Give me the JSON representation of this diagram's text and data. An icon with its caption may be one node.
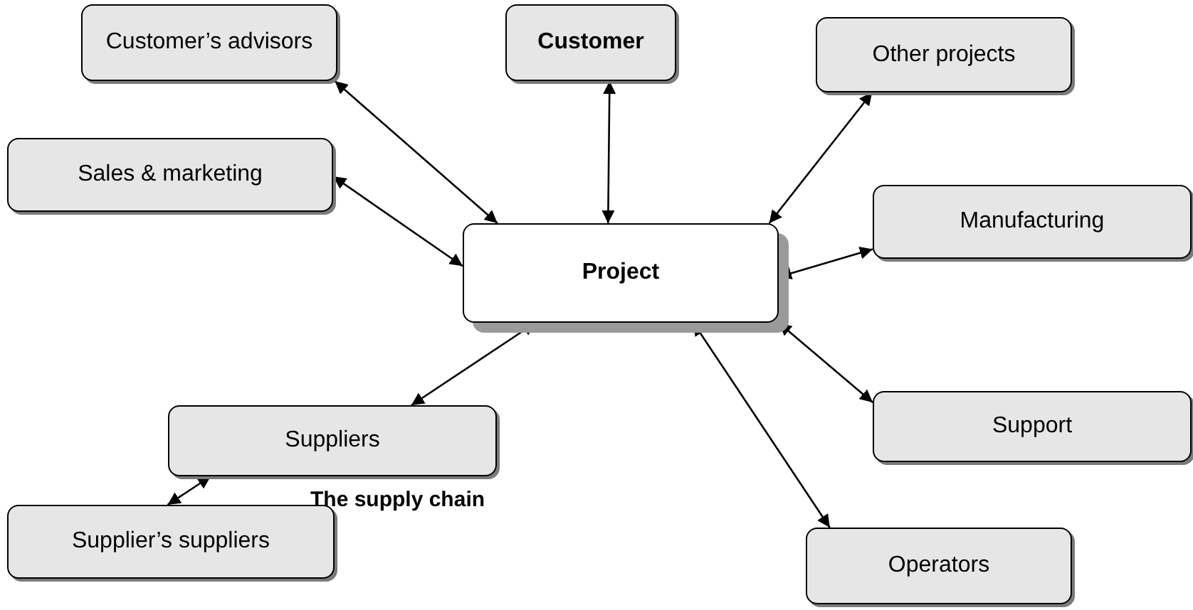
{
  "diagram": {
    "nodes": [
      {
        "text": [
          "Customer’s advisors"
        ]
      },
      {
        "text": [
          "Customer"
        ]
      },
      {
        "text": [
          "Other projects"
        ]
      },
      {
        "text": [
          "Sales & marketing"
        ]
      },
      {
        "text": [
          "Project"
        ]
      },
      {
        "text": [
          "Manufacturing"
        ]
      },
      {
        "text": [
          "Suppliers"
        ]
      },
      {
        "text": [
          "Support"
        ]
      },
      {
        "text": [
          "Supplier’s suppliers"
        ]
      },
      {
        "text": [
          "Operators"
        ]
      }
    ],
    "edges": [
      {
        "from": 0,
        "to": 4,
        "arrow": "both"
      },
      {
        "from": 1,
        "to": 4,
        "arrow": "both"
      },
      {
        "from": 2,
        "to": 4,
        "arrow": "both"
      },
      {
        "from": 3,
        "to": 4,
        "arrow": "both"
      },
      {
        "from": 5,
        "to": 4,
        "arrow": "both"
      },
      {
        "from": 6,
        "to": 4,
        "arrow": "both"
      },
      {
        "from": 7,
        "to": 4,
        "arrow": "both"
      },
      {
        "from": 9,
        "to": 4,
        "arrow": "both"
      },
      {
        "from": 6,
        "to": 8,
        "arrow": "both"
      }
    ],
    "labels": [
      "The supply chain"
    ]
  }
}
